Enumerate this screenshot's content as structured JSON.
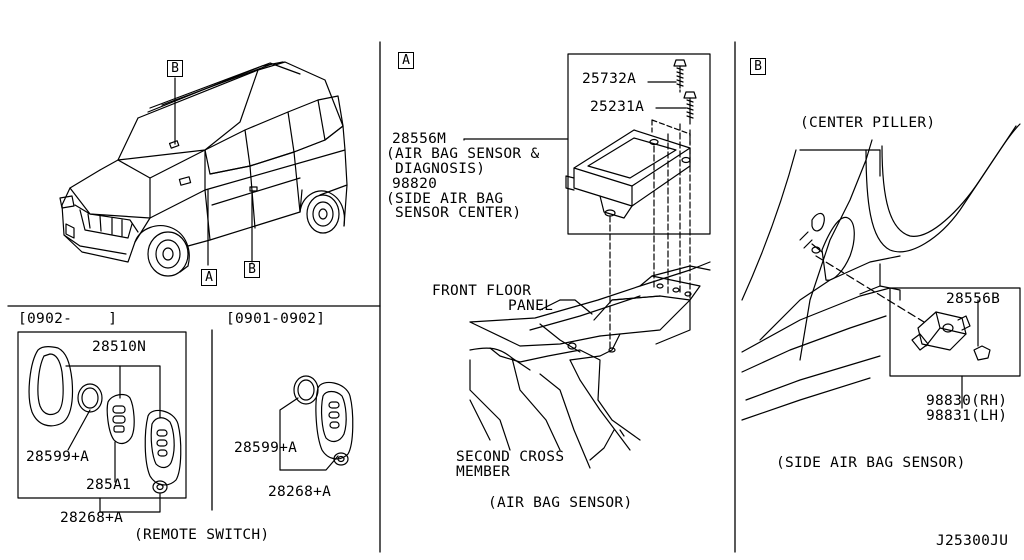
{
  "callouts": {
    "b_vehicle": "B",
    "a_vehicle": "A",
    "b_vehicle_bottom": "B",
    "a_panel": "A",
    "b_panel": "B"
  },
  "remote": {
    "range_left": "[0902-    ]",
    "range_right": "[0901-0902]",
    "p28510n": "28510N",
    "p28599a_left": "28599+A",
    "p285a1": "285A1",
    "p28268a_left": "28268+A",
    "p28599a_right": "28599+A",
    "p28268a_right": "28268+A",
    "caption": "(REMOTE SWITCH)"
  },
  "airbag": {
    "p25732a": "25732A",
    "p25231a": "25231A",
    "p28556m": "28556M",
    "desc1": "(AIR BAG SENSOR &",
    "desc2": " DIAGNOSIS)",
    "p98820": "98820",
    "desc3": "(SIDE AIR BAG",
    "desc4": " SENSOR CENTER)",
    "front_floor1": "FRONT FLOOR",
    "front_floor2": "PANEL",
    "second_cross1": "SECOND CROSS",
    "second_cross2": "MEMBER",
    "caption": "(AIR BAG SENSOR)"
  },
  "side": {
    "center_piller": "(CENTER PILLER)",
    "p28556b": "28556B",
    "p98830": "98830(RH)",
    "p98831": "98831(LH)",
    "caption": "(SIDE AIR BAG SENSOR)"
  },
  "footer": {
    "code": "J25300JU"
  }
}
